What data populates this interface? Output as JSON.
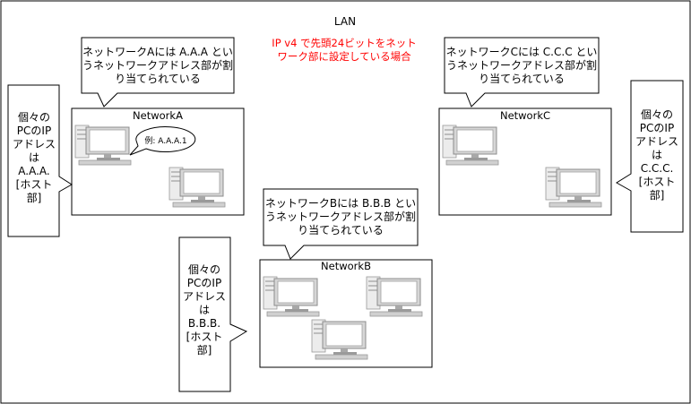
{
  "lan": {
    "title": "LAN"
  },
  "note": {
    "lines": [
      "IP v4 で先頭24ビットをネット",
      "ワーク部に設定している場合"
    ],
    "color": "#ff0000"
  },
  "networks": [
    {
      "label": "NetworkA",
      "callout_lines": [
        "ネットワークAには A.A.A とい",
        "うネットワークアドレス部が割",
        "り当てられている"
      ],
      "host_lines": [
        "個々の",
        "PCのIP",
        "アドレス",
        "は",
        "A.A.A.",
        "[ホスト",
        "部]"
      ],
      "example": "例: A.A.A.1"
    },
    {
      "label": "NetworkB",
      "callout_lines": [
        "ネットワークBには B.B.B とい",
        "うネットワークアドレス部が割",
        "り当てられている"
      ],
      "host_lines": [
        "個々の",
        "PCのIP",
        "アドレス",
        "は",
        "B.B.B.",
        "[ホスト",
        "部]"
      ]
    },
    {
      "label": "NetworkC",
      "callout_lines": [
        "ネットワークCには C.C.C とい",
        "うネットワークアドレス部が割",
        "り当てられている"
      ],
      "host_lines": [
        "個々の",
        "PCのIP",
        "アドレス",
        "は",
        "C.C.C.",
        "[ホスト",
        "部]"
      ]
    }
  ],
  "icons": {
    "pc": "desktop-computer-icon"
  },
  "colors": {
    "stroke": "#000000",
    "pc_light": "#f0f0f0",
    "pc_mid": "#c8c8c8",
    "pc_dark": "#8c8c8c"
  }
}
